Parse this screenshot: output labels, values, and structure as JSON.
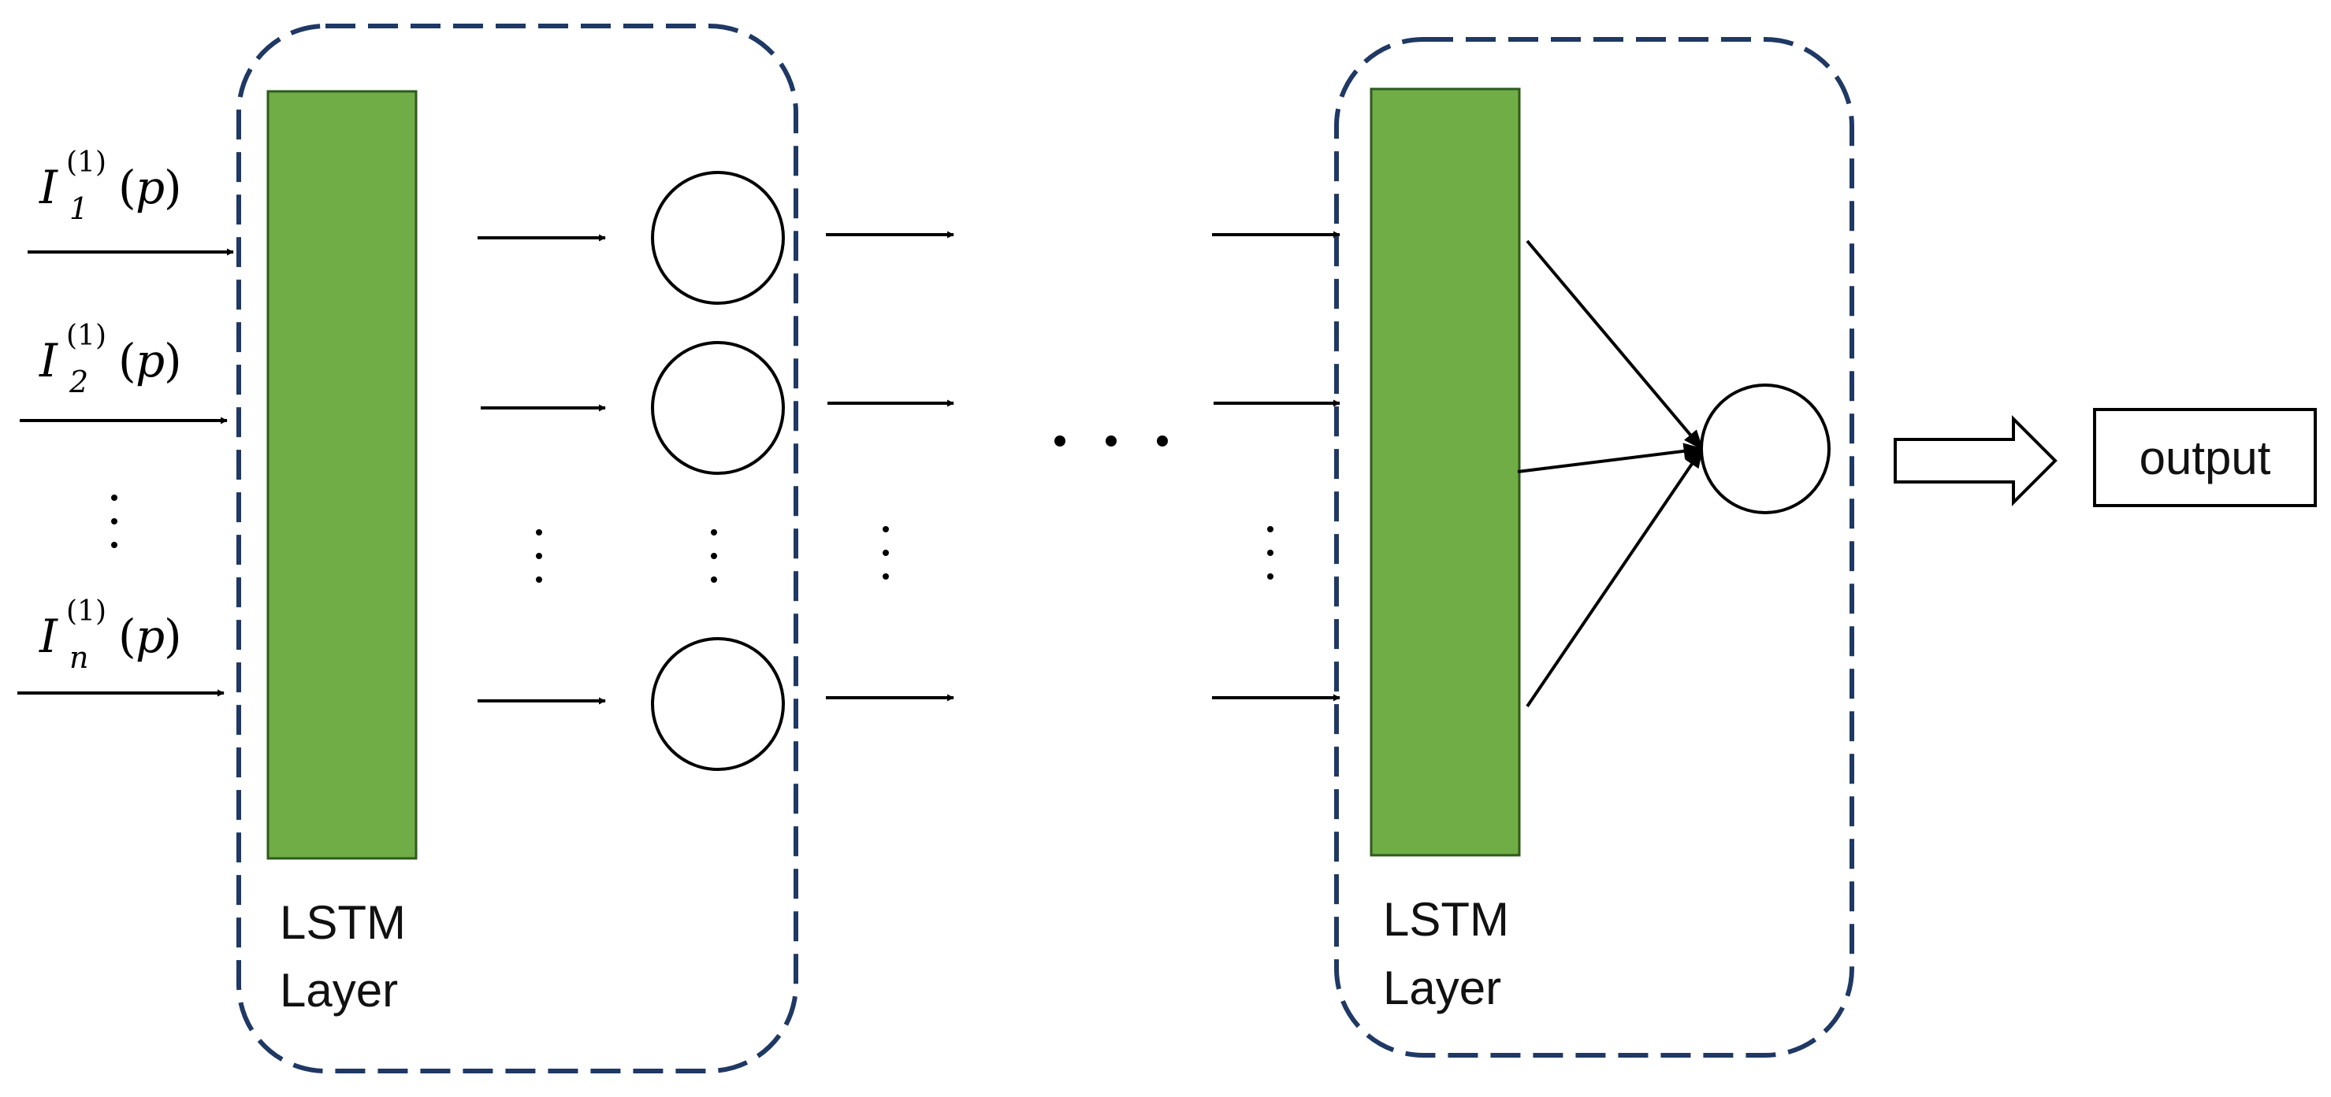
{
  "colors": {
    "box_border": "#1f3864",
    "lstm_fill": "#70ad47",
    "lstm_stroke": "#2e5a1c",
    "line": "#000000",
    "background": "#ffffff"
  },
  "inputs": [
    {
      "symbol": "I",
      "subscript": "1",
      "superscript": "(1)",
      "argument": "p"
    },
    {
      "symbol": "I",
      "subscript": "2",
      "superscript": "(1)",
      "argument": "p"
    },
    {
      "symbol": "I",
      "subscript": "n",
      "superscript": "(1)",
      "argument": "p"
    }
  ],
  "layers": [
    {
      "label_line1": "LSTM",
      "label_line2": "Layer"
    },
    {
      "label_line1": "LSTM",
      "label_line2": "Layer"
    }
  ],
  "output": {
    "label": "output"
  },
  "ellipsis": {
    "vertical": "⋮",
    "horizontal": "• • •"
  }
}
